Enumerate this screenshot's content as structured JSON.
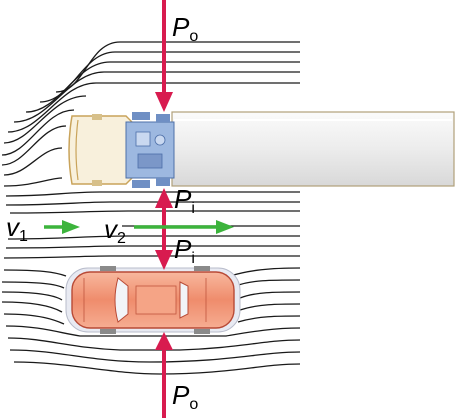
{
  "labels": {
    "p_outer": "P",
    "p_outer_sub": "o",
    "p_inner": "P",
    "p_inner_sub": "i",
    "v_outer": "v",
    "v_outer_sub": "1",
    "v_inner": "v",
    "v_inner_sub": "2"
  },
  "colors": {
    "pressure_arrow": "#d81b4f",
    "velocity_arrow": "#3cb43c",
    "streamline": "#1a1a1a",
    "truck_trailer": "#f0f0f0",
    "truck_cab": "#f8f0dc",
    "truck_engine": "#9db8e0",
    "car_body": "#f3a082"
  },
  "icons": [
    "truck-icon",
    "car-icon"
  ]
}
